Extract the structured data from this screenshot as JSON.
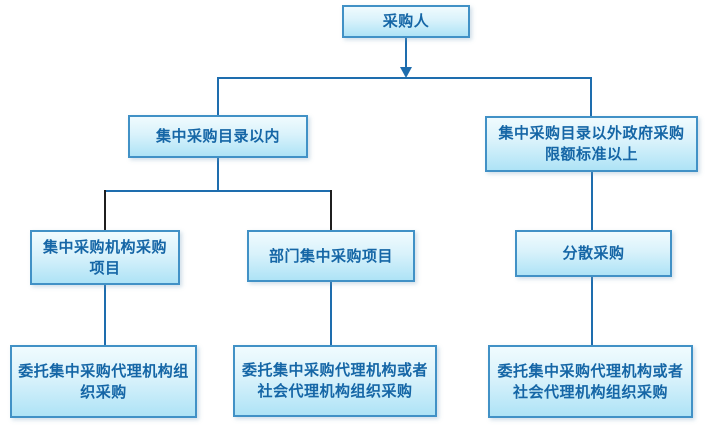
{
  "diagram": {
    "nodes": {
      "purchaser": {
        "label": "采购人"
      },
      "within_catalog": {
        "label": "集中采购目录以内"
      },
      "outside_catalog": {
        "label": "集中采购目录以外政府采购\n限额标准以上"
      },
      "centralized_agency_projects": {
        "label": "集中采购机构采购\n项目"
      },
      "department_centralized_projects": {
        "label": "部门集中采购项目"
      },
      "decentralized_procurement": {
        "label": "分散采购"
      },
      "entrust_centralized_agency": {
        "label": "委托集中采购代理机构组\n织采购"
      },
      "entrust_centralized_or_social_agency_mid": {
        "label": "委托集中采购代理机构或者\n社会代理机构组织采购"
      },
      "entrust_centralized_or_social_agency_right": {
        "label": "委托集中采购代理机构或者\n社会代理机构组织采购"
      }
    },
    "colors": {
      "box_border": "#4191c6",
      "box_fill_top": "#f0fbfe",
      "box_fill_bottom": "#aee3f6",
      "box_text": "#1566a6",
      "connector_blue": "#1e6dae",
      "connector_black": "#1f1f1f",
      "background": "#ffffff"
    }
  }
}
